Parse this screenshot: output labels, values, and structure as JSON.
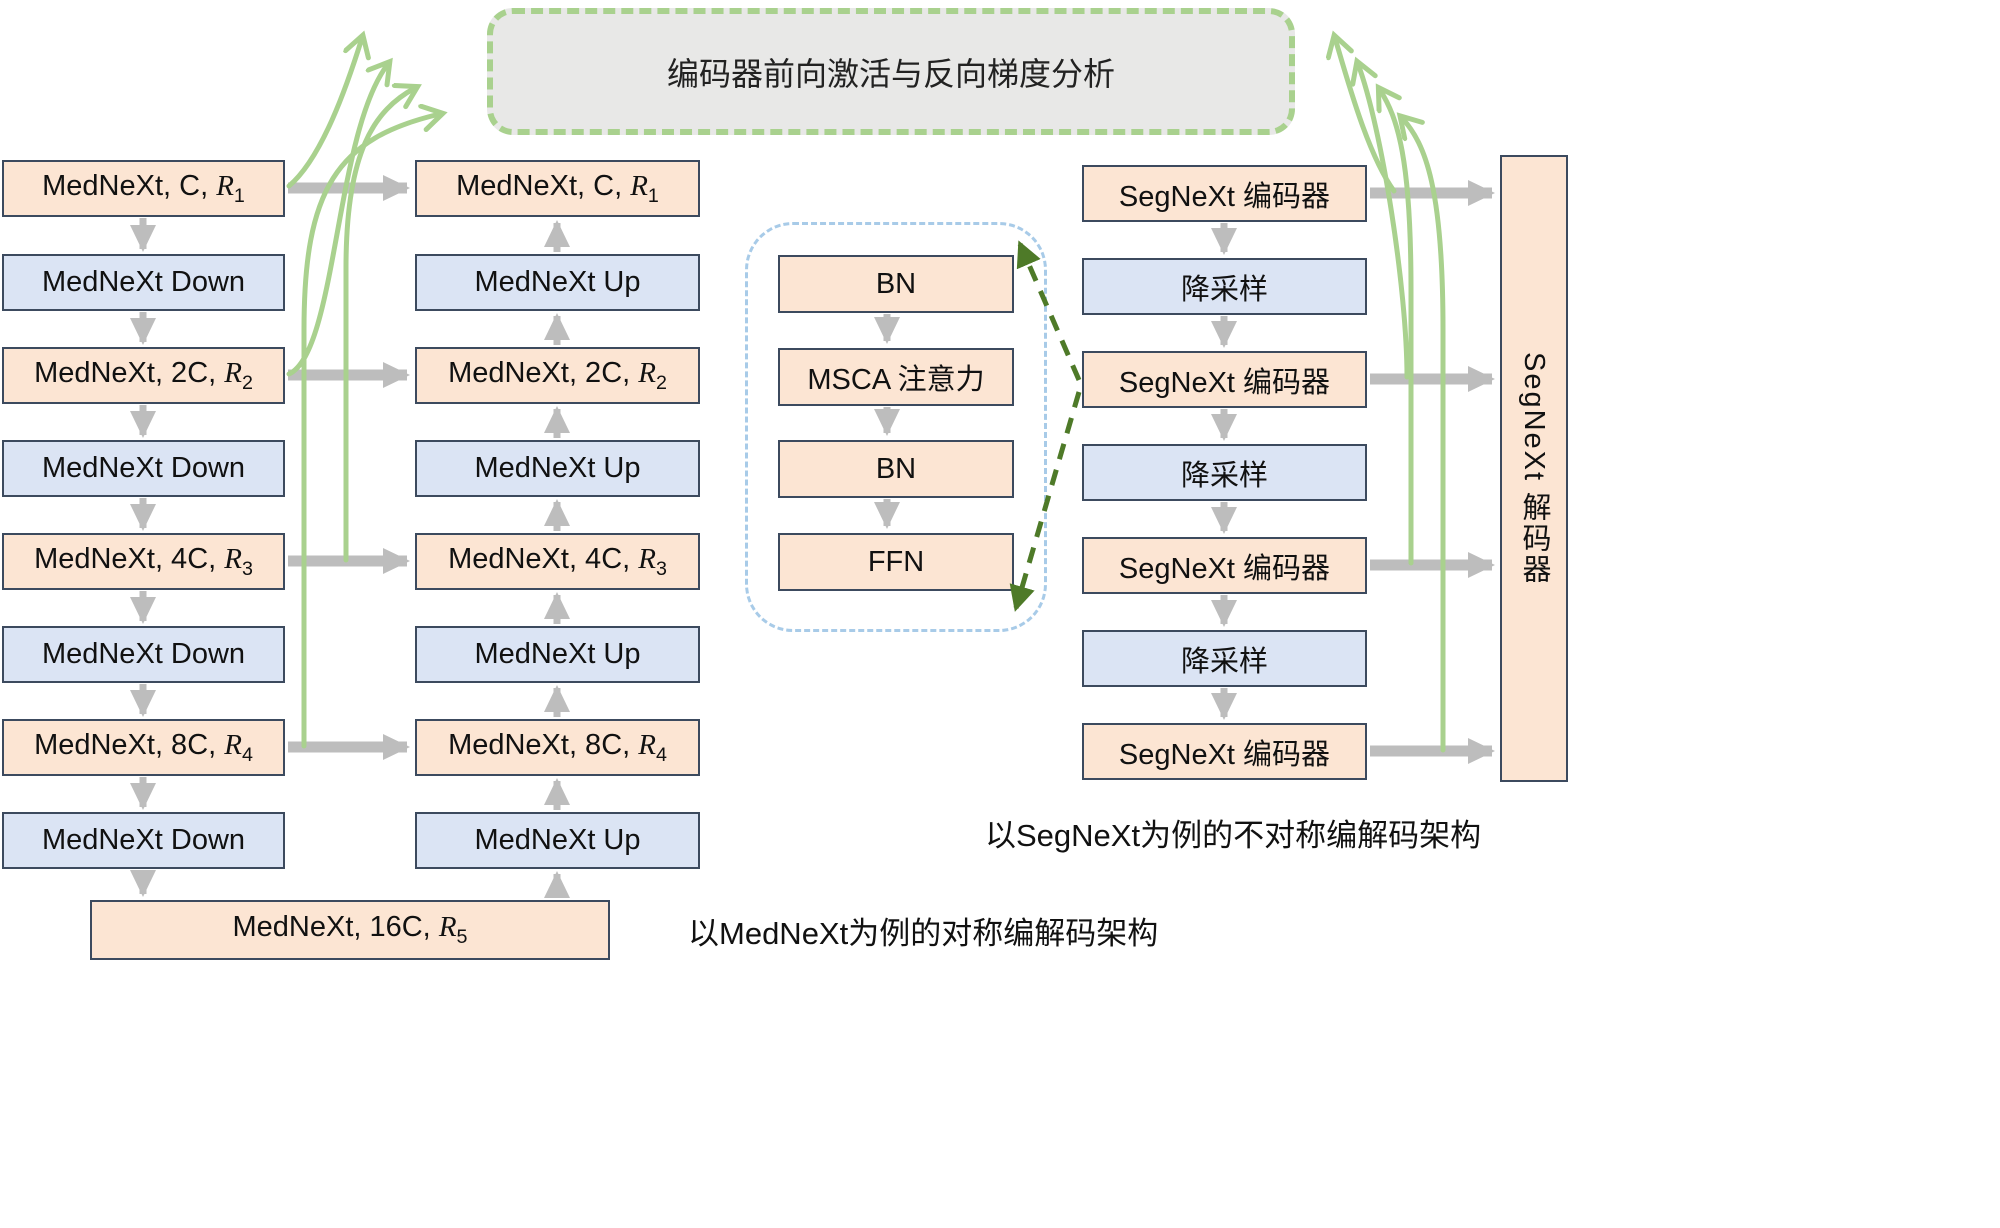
{
  "palette": {
    "peach_fill": "#fce5d3",
    "blue_fill": "#dbe4f4",
    "box_border": "#3c4a5e",
    "top_box_fill": "#e8e8e7",
    "green_accent": "#a9d18e",
    "dark_green_accent": "#4e7a28",
    "gray_arrow": "#bdbdbd",
    "msca_dash_border": "#a8cbe8"
  },
  "analysis_box": {
    "label": "编码器前向激活与反向梯度分析"
  },
  "mednext": {
    "encoder": [
      {
        "prefix": "MedNeXt, C, ",
        "var": "R",
        "sub": "1"
      },
      {
        "prefix": "MedNeXt Down"
      },
      {
        "prefix": "MedNeXt, 2C, ",
        "var": "R",
        "sub": "2"
      },
      {
        "prefix": "MedNeXt Down"
      },
      {
        "prefix": "MedNeXt, 4C, ",
        "var": "R",
        "sub": "3"
      },
      {
        "prefix": "MedNeXt Down"
      },
      {
        "prefix": "MedNeXt, 8C, ",
        "var": "R",
        "sub": "4"
      },
      {
        "prefix": "MedNeXt Down"
      }
    ],
    "decoder": [
      {
        "prefix": "MedNeXt, C, ",
        "var": "R",
        "sub": "1"
      },
      {
        "prefix": "MedNeXt Up"
      },
      {
        "prefix": "MedNeXt, 2C, ",
        "var": "R",
        "sub": "2"
      },
      {
        "prefix": "MedNeXt Up"
      },
      {
        "prefix": "MedNeXt, 4C, ",
        "var": "R",
        "sub": "3"
      },
      {
        "prefix": "MedNeXt Up"
      },
      {
        "prefix": "MedNeXt, 8C, ",
        "var": "R",
        "sub": "4"
      },
      {
        "prefix": "MedNeXt Up"
      }
    ],
    "bottleneck": {
      "prefix": "MedNeXt, 16C, ",
      "var": "R",
      "sub": "5"
    },
    "caption": "以MedNeXt为例的对称编解码架构"
  },
  "msca_block": {
    "items": [
      "BN",
      "MSCA 注意力",
      "BN",
      "FFN"
    ]
  },
  "segnext": {
    "encoder": [
      "SegNeXt 编码器",
      "降采样",
      "SegNeXt 编码器",
      "降采样",
      "SegNeXt 编码器",
      "降采样",
      "SegNeXt 编码器"
    ],
    "decoder": "SegNeXt 解码器",
    "caption": "以SegNeXt为例的不对称编解码架构"
  }
}
